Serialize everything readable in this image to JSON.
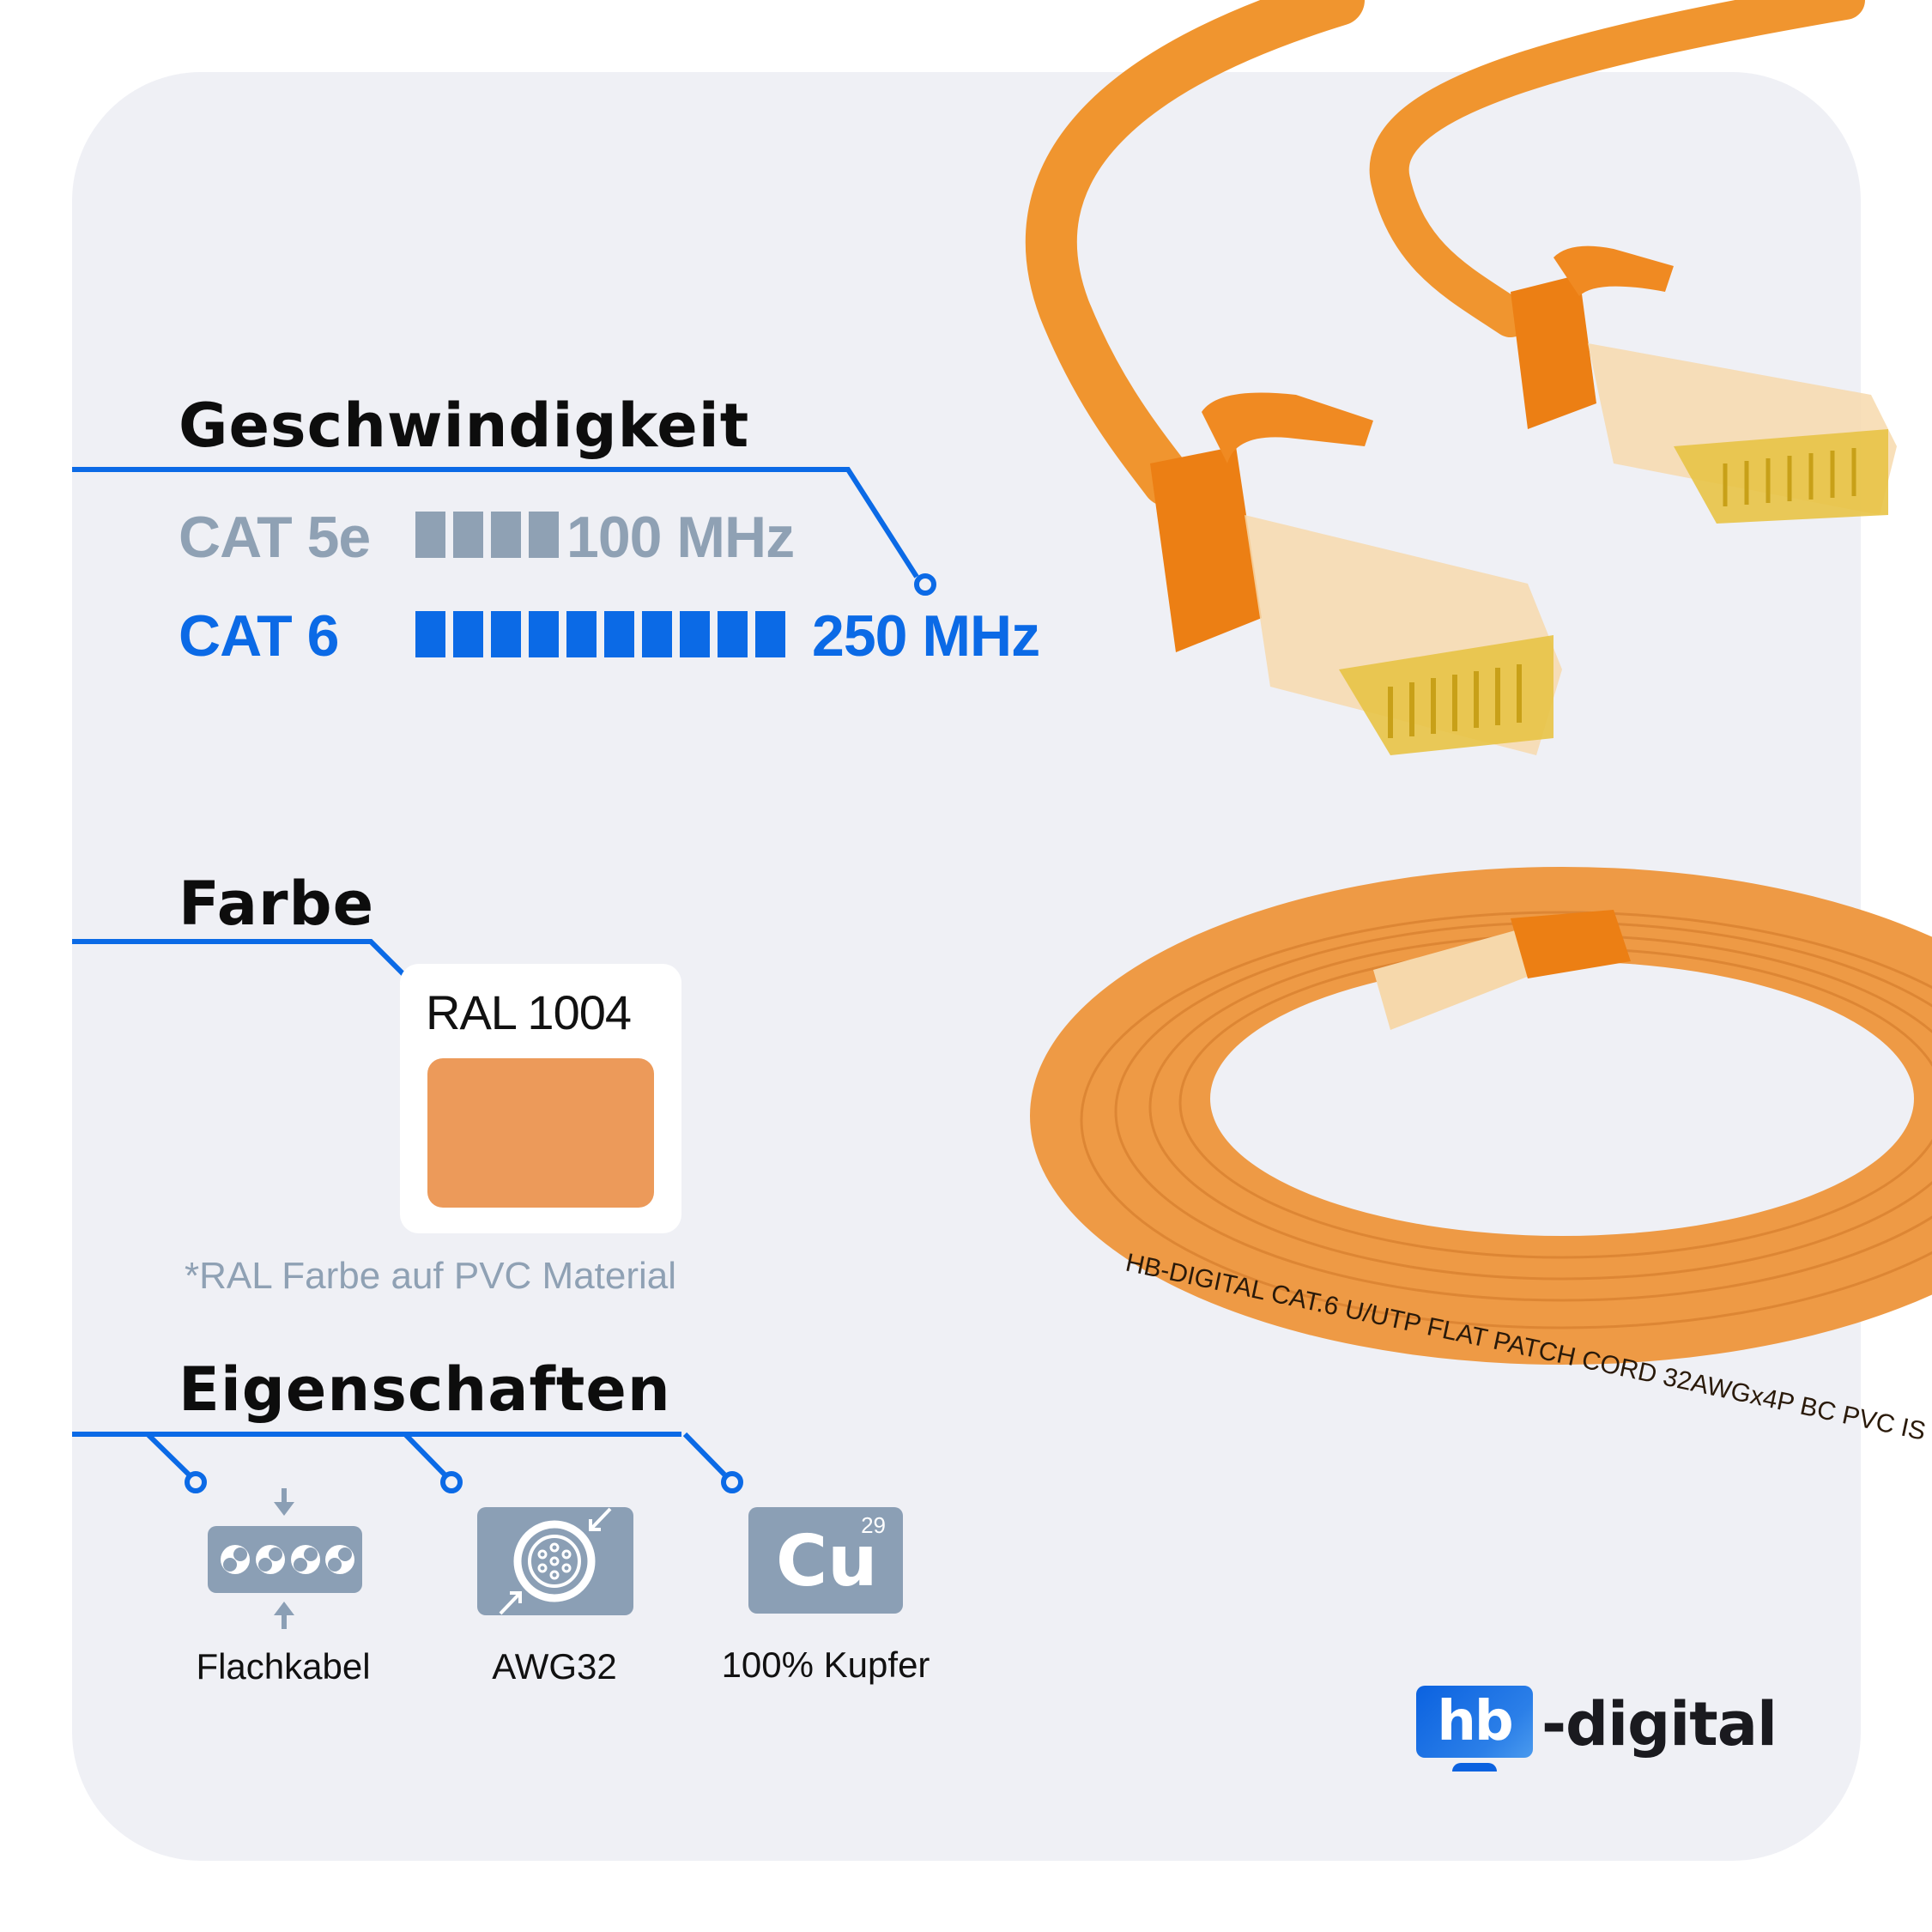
{
  "colors": {
    "background": "#ffffff",
    "card": "#eff0f5",
    "accent_blue": "#0b6ae6",
    "muted_gray": "#8fa1b4",
    "icon_gray": "#8b9fb5",
    "cable_orange": "#f0922e",
    "ral_swatch": "#ec9a5a"
  },
  "speed": {
    "heading": "Geschwindigkeit",
    "rows": [
      {
        "label": "CAT 5e",
        "segments": 4,
        "value": "100 MHz",
        "color": "#8fa1b4"
      },
      {
        "label": "CAT 6",
        "segments": 10,
        "value": "250 MHz",
        "color": "#0b6ae6"
      }
    ]
  },
  "color_section": {
    "heading": "Farbe",
    "ral_code": "RAL 1004",
    "swatch_hex": "#ec9a5a",
    "footnote": "*RAL Farbe auf PVC Material"
  },
  "properties": {
    "heading": "Eigenschaften",
    "items": [
      {
        "icon": "flat-cable-icon",
        "label": "Flachkabel"
      },
      {
        "icon": "wire-gauge-icon",
        "label": "AWG32"
      },
      {
        "icon": "copper-element-icon",
        "label": "100% Kupfer",
        "element_symbol": "Cu",
        "atomic_number": "29"
      }
    ]
  },
  "product_image": {
    "cable_print": "HB-DIGITAL CAT.6 U/UTP FLAT PATCH CORD 32AWGx4P BC PVC IS"
  },
  "logo": {
    "mark": "hb",
    "text": "-digital"
  }
}
